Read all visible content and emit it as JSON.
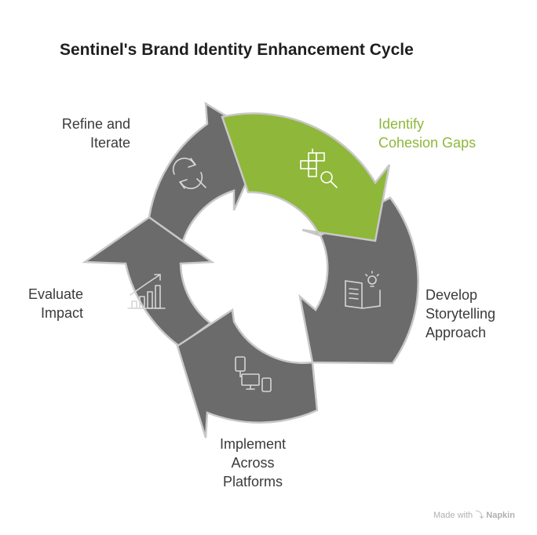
{
  "title": "Sentinel's Brand Identity Enhancement Cycle",
  "steps": [
    {
      "lines": [
        "Identify",
        "Cohesion Gaps"
      ],
      "icon": "grid-search-icon",
      "active": true
    },
    {
      "lines": [
        "Develop",
        "Storytelling",
        "Approach"
      ],
      "icon": "book-lightbulb-icon",
      "active": false
    },
    {
      "lines": [
        "Implement",
        "Across",
        "Platforms"
      ],
      "icon": "devices-icon",
      "active": false
    },
    {
      "lines": [
        "Evaluate",
        "Impact"
      ],
      "icon": "growth-chart-icon",
      "active": false
    },
    {
      "lines": [
        "Refine and",
        "Iterate"
      ],
      "icon": "refresh-search-icon",
      "active": false
    }
  ],
  "colors": {
    "active": "#8fb73a",
    "segment": "#6b6b6b",
    "outline": "#c8c8c8",
    "icon": "#d6d6d6"
  },
  "watermark": {
    "prefix": "Made with",
    "brand": "Napkin"
  }
}
